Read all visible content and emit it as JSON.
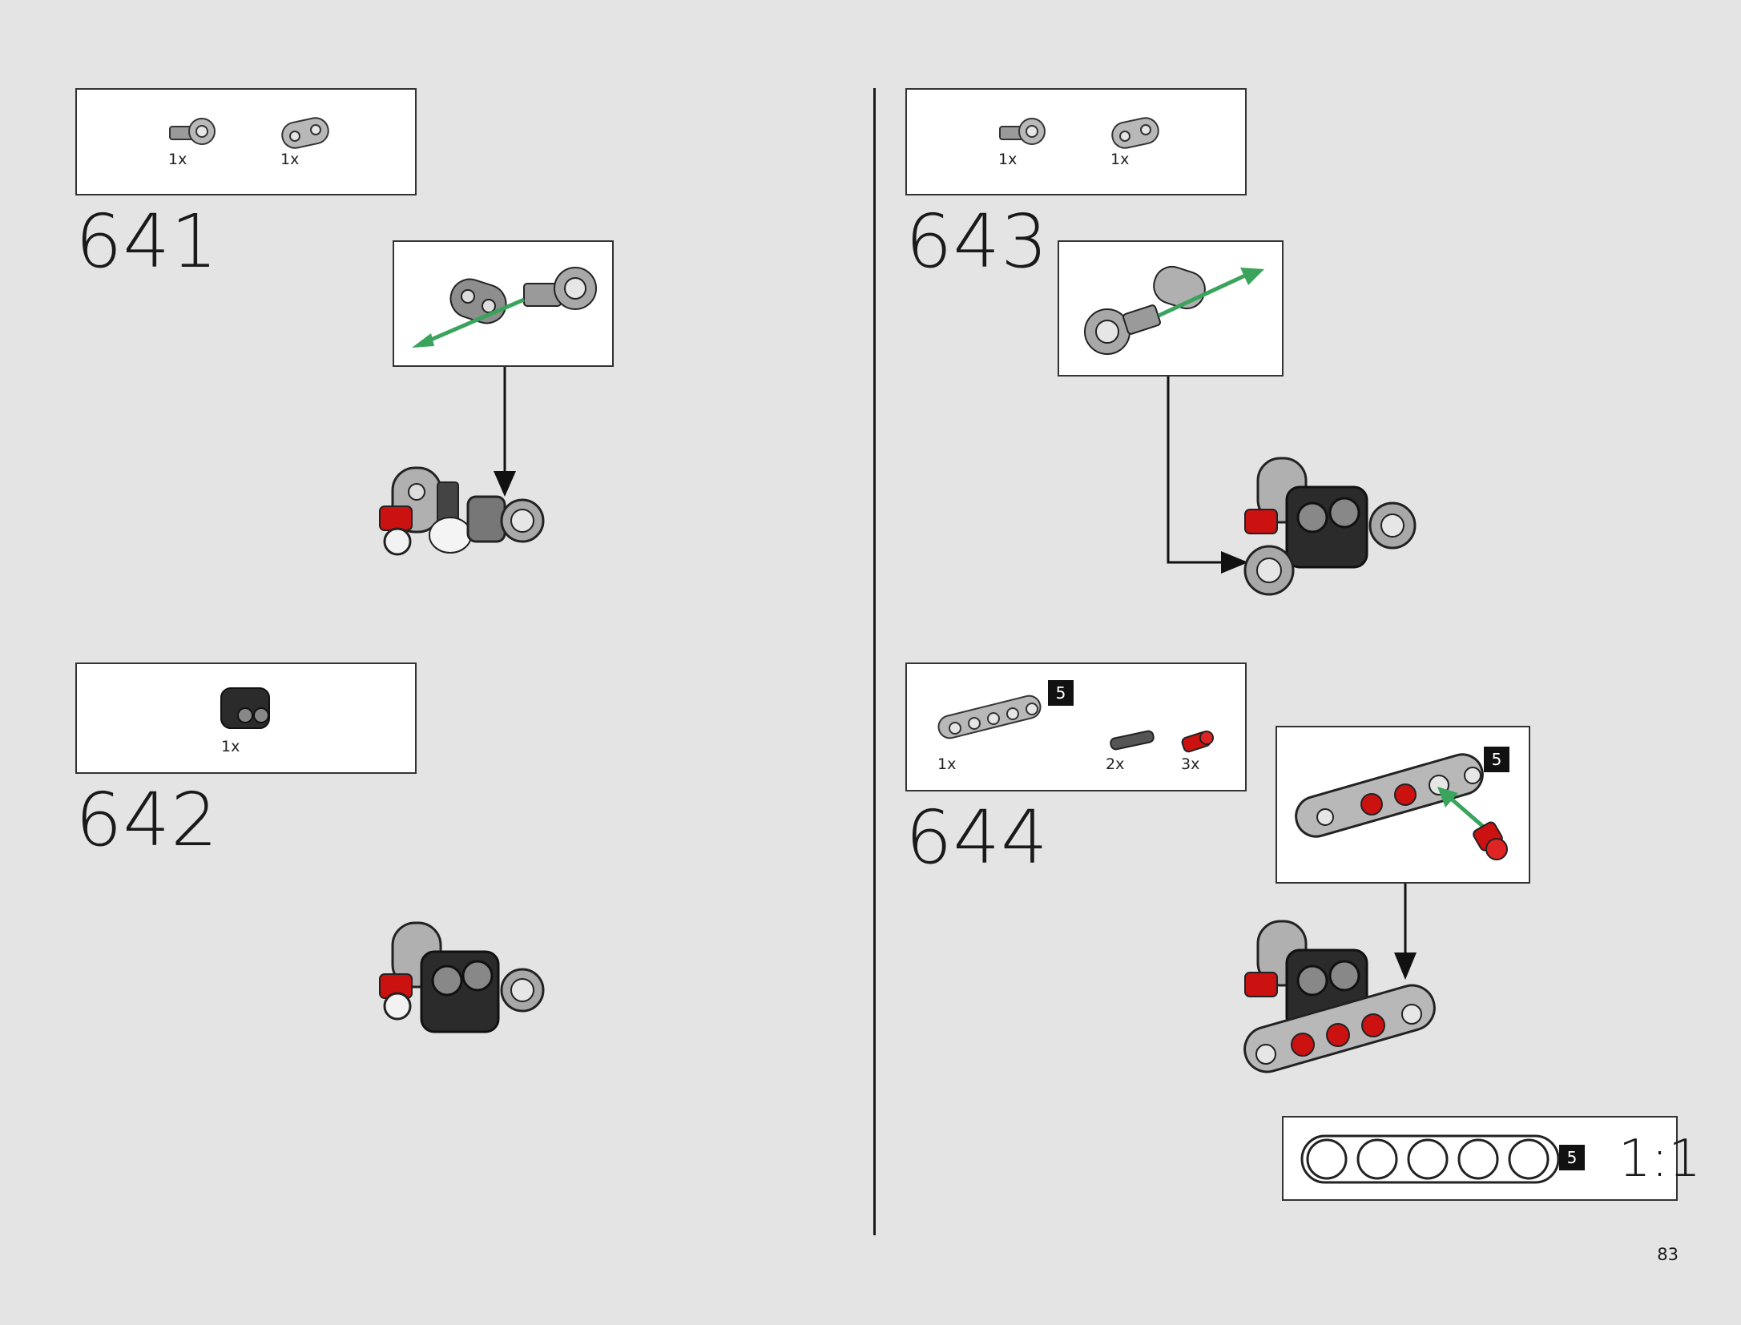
{
  "steps": [
    {
      "number": "641",
      "parts": [
        {
          "qty": "1x",
          "icon": "axle-connector-icon"
        },
        {
          "qty": "1x",
          "icon": "beam-2-icon"
        }
      ]
    },
    {
      "number": "642",
      "parts": [
        {
          "qty": "1x",
          "icon": "black-bracket-icon"
        }
      ]
    },
    {
      "number": "643",
      "parts": [
        {
          "qty": "1x",
          "icon": "axle-connector-icon"
        },
        {
          "qty": "1x",
          "icon": "beam-2-icon"
        }
      ]
    },
    {
      "number": "644",
      "parts": [
        {
          "qty": "1x",
          "icon": "beam-5-icon",
          "badge": "5"
        },
        {
          "qty": "2x",
          "icon": "axle-pin-icon"
        },
        {
          "qty": "3x",
          "icon": "red-pin-icon"
        }
      ],
      "sub_badge": "5"
    }
  ],
  "scale": {
    "badge": "5",
    "label": "1:1"
  },
  "page_number": "83",
  "colors": {
    "background": "#e4e4e4",
    "arrow_green": "#3aa35c",
    "pin_red": "#cc1111",
    "dark_part": "#2b2b2b",
    "light_part": "#b8b8b8"
  }
}
